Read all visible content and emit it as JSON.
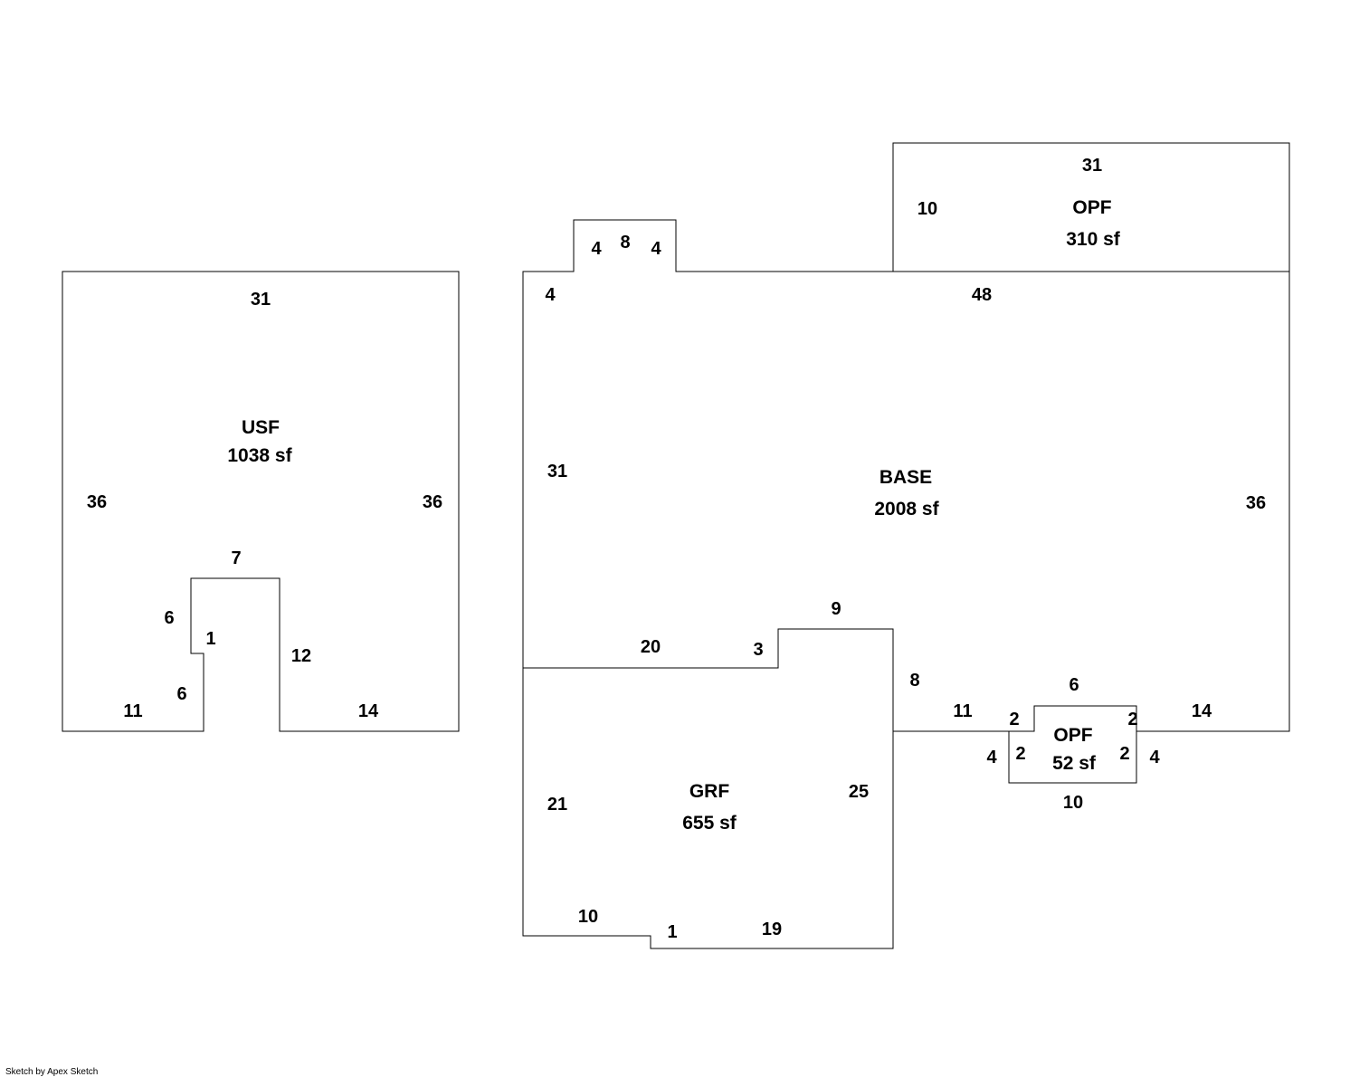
{
  "areas": {
    "usf": {
      "name": "USF",
      "size": "1038 sf"
    },
    "base": {
      "name": "BASE",
      "size": "2008 sf"
    },
    "opf_top": {
      "name": "OPF",
      "size": "310 sf"
    },
    "opf_small": {
      "name": "OPF",
      "size": "52 sf"
    },
    "grf": {
      "name": "GRF",
      "size": "655 sf"
    }
  },
  "dimensions": {
    "usf": [
      "31",
      "36",
      "36",
      "7",
      "6",
      "1",
      "12",
      "6",
      "11",
      "14"
    ],
    "base": [
      "4",
      "8",
      "4",
      "4",
      "48",
      "31",
      "36",
      "9",
      "20",
      "3",
      "8",
      "11",
      "6",
      "2",
      "2",
      "14"
    ],
    "opf_top": [
      "31",
      "10"
    ],
    "opf_small": [
      "4",
      "2",
      "2",
      "4",
      "10"
    ],
    "grf": [
      "21",
      "25",
      "10",
      "1",
      "19"
    ]
  },
  "footer": {
    "credit": "Sketch by Apex Sketch"
  }
}
